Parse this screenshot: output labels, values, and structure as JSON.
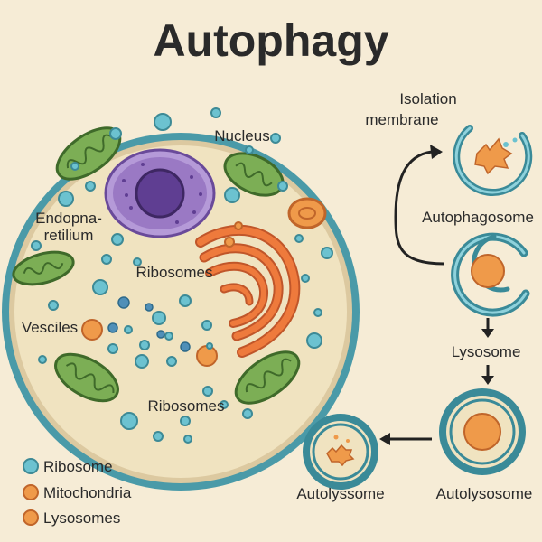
{
  "title": "Autophagy",
  "colors": {
    "background": "#f6ecd6",
    "cytoplasm": "#f0e3c0",
    "membrane": "#4a9aa8",
    "ribosome": "#6cc2d0",
    "nucleus": "#9a79c4",
    "nucleolus": "#6a4a9a",
    "mitochondria": "#7cae55",
    "orange": "#ef9a4a",
    "golgi": "#ee7a3c"
  },
  "cell_labels": {
    "nucleus": "Nucleus",
    "er_line1": "Endopna-",
    "er_line2": "retilium",
    "ribosomes_top": "Ribosomes",
    "vesicles": "Vesciles",
    "ribosomes_bottom": "Ribosomes"
  },
  "pathway": {
    "isolation_line1": "Isolation",
    "isolation_line2": "membrane",
    "autophagosome": "Autophagosome",
    "lysosome": "Lysosome",
    "autolysosome_right": "Autolysosome",
    "autolysosome_left": "Autolyssome"
  },
  "legend": [
    {
      "label": "Ribosome",
      "color": "#6cc2d0"
    },
    {
      "label": "Mitochondria",
      "color": "#ef9a4a"
    },
    {
      "label": "Lysosomes",
      "color": "#ef9a4a"
    }
  ]
}
